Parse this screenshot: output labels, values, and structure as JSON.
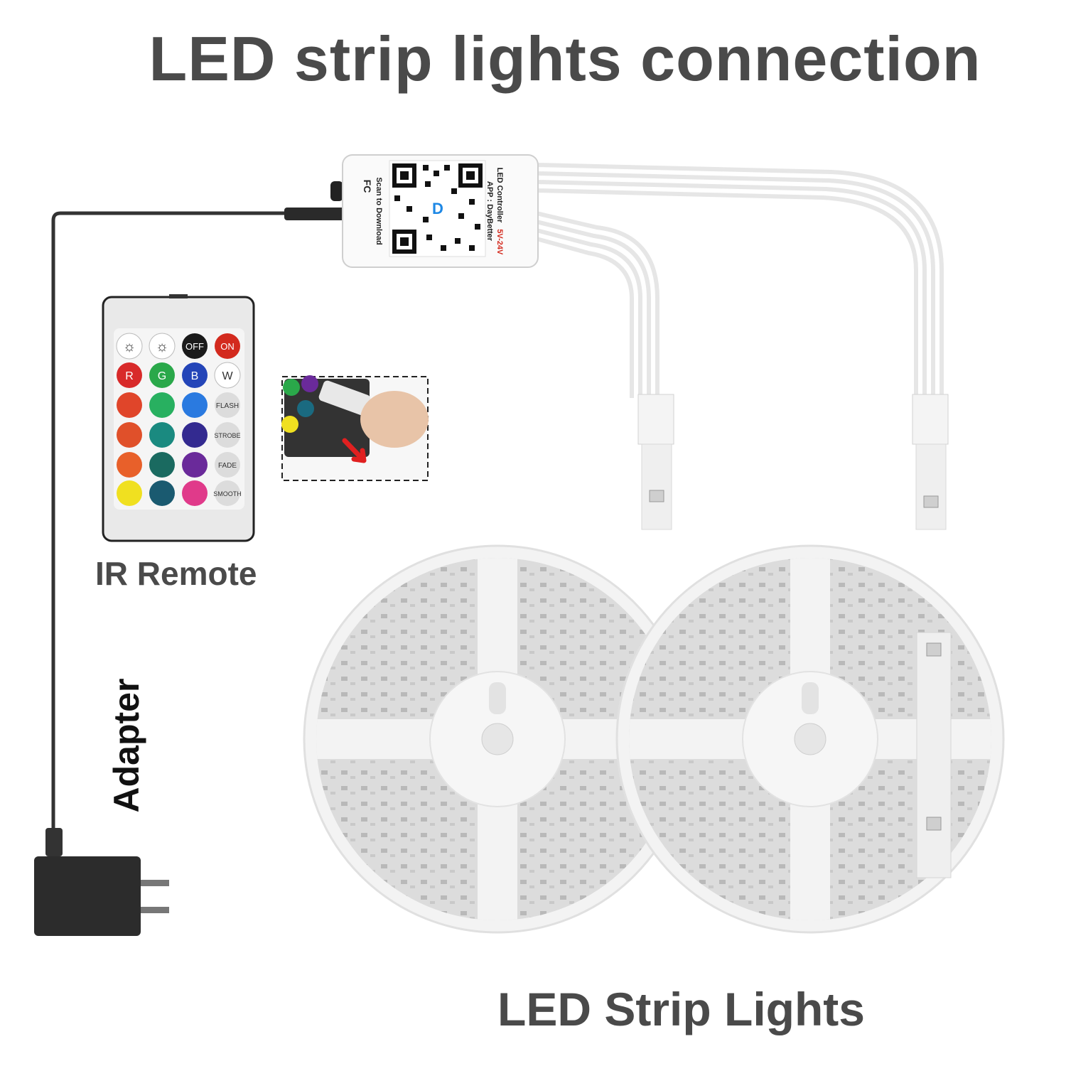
{
  "title": "LED strip lights connection",
  "labels": {
    "remote": "IR Remote",
    "strips": "LED Strip Lights",
    "adapter": "Adapter"
  },
  "controller": {
    "line1": "LED Controller",
    "voltage": "5V-24V",
    "app": "APP : DayBetter",
    "scan": "Scan to Download",
    "fc": "FC",
    "qr_letter": "D"
  },
  "remote": {
    "top_row": [
      "☼",
      "☼",
      "OFF",
      "ON"
    ],
    "rgbw": [
      "R",
      "G",
      "B",
      "W"
    ],
    "modes": [
      "FLASH",
      "STROBE",
      "FADE",
      "SMOOTH"
    ]
  },
  "colors": {
    "title": "#4a4a4a",
    "cable": "#333333",
    "reel": "#f1f1f1",
    "remote_on": "#d32a1e",
    "arrow": "#e02020"
  }
}
